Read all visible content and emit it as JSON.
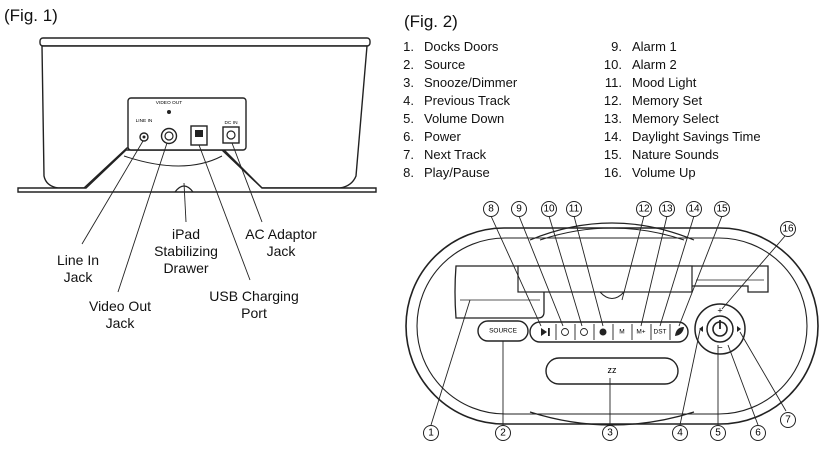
{
  "fig1": {
    "title": "(Fig. 1)",
    "port_text": {
      "line_in": "LINE IN",
      "video_out": "VIDEO OUT",
      "dc_in": "DC IN"
    },
    "labels": {
      "line_in_jack": [
        "Line In",
        "Jack"
      ],
      "video_out_jack": [
        "Video Out",
        "Jack"
      ],
      "ipad_drawer": [
        "iPad",
        "Stabilizing",
        "Drawer"
      ],
      "usb_port": [
        "USB Charging",
        "Port"
      ],
      "ac_jack": [
        "AC Adaptor",
        "Jack"
      ]
    }
  },
  "fig2": {
    "title": "(Fig. 2)",
    "legend": [
      {
        "n": "1.",
        "label": "Docks Doors"
      },
      {
        "n": "2.",
        "label": "Source"
      },
      {
        "n": "3.",
        "label": "Snooze/Dimmer"
      },
      {
        "n": "4.",
        "label": "Previous Track"
      },
      {
        "n": "5.",
        "label": "Volume Down"
      },
      {
        "n": "6.",
        "label": "Power"
      },
      {
        "n": "7.",
        "label": "Next Track"
      },
      {
        "n": "8.",
        "label": "Play/Pause"
      },
      {
        "n": "9.",
        "label": "Alarm 1"
      },
      {
        "n": "10.",
        "label": "Alarm 2"
      },
      {
        "n": "11.",
        "label": "Mood Light"
      },
      {
        "n": "12.",
        "label": "Memory Set"
      },
      {
        "n": "13.",
        "label": "Memory Select"
      },
      {
        "n": "14.",
        "label": "Daylight Savings Time"
      },
      {
        "n": "15.",
        "label": "Nature Sounds"
      },
      {
        "n": "16.",
        "label": "Volume Up"
      }
    ],
    "device_text": {
      "source_button": "SOURCE",
      "m_button": "M",
      "mplus_button": "M+",
      "dst_button": "DST",
      "snooze_mark": "zz",
      "vol_up_mark": "+",
      "vol_down_mark": "−"
    },
    "callouts": {
      "top": [
        "8",
        "9",
        "10",
        "11",
        "12",
        "13",
        "14",
        "15",
        "16"
      ],
      "bottom": [
        "1",
        "2",
        "3",
        "4",
        "5",
        "6",
        "7"
      ]
    }
  }
}
